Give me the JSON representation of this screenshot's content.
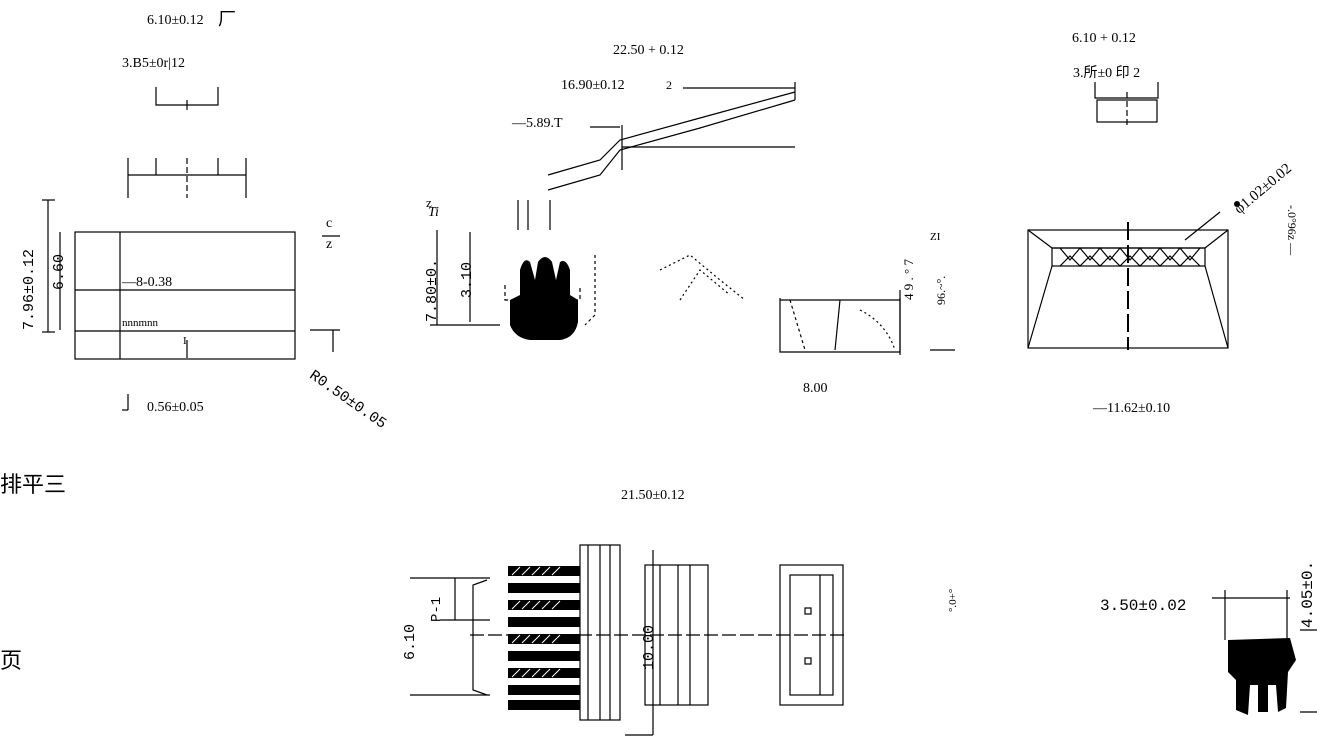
{
  "drawing": {
    "top_left": {
      "width_dim": "6.10±0.12",
      "width_suffix": "厂",
      "pitch_dim": "3.B5±0r|12",
      "height_outer_dim": "7.96±0.12",
      "height_inner_dim": "6.60",
      "pin_dim": "—8-0.38",
      "pin_label": "nnnmnn",
      "center_mark": "I",
      "side_c": "c",
      "side_z": "z",
      "pin_width_dim": "0.56±0.05",
      "radius_dim": "R0.50±0.05"
    },
    "top_center": {
      "length_total_dim": "22.50 + 0.12",
      "length_body_dim": "16.90±0.12",
      "length_body_mark": "2",
      "length_tip_dim": "—5.89.T",
      "height_total_dim": "7.80±0.",
      "height_part_dim": "3.10",
      "z_mark": "z",
      "ti_mark": "Ti",
      "side_dims": "4 9 . ° 7",
      "zi_mark": "ZI",
      "side_dims_2": "96.~°.",
      "base_width_dim": "8.00"
    },
    "top_right": {
      "width_dim": "6.10 + 0.12",
      "pitch_dim": "3.所±0 印 2",
      "hole_dim": "φ1.02±0.02",
      "side_dim": "-.0°96z —",
      "width_bottom_dim": "—11.62±0.10"
    },
    "left_text": {
      "row_label": "排平三",
      "partial_char": "页"
    },
    "bottom": {
      "length_dim": "21.50±0.12",
      "height_dim": "6.10",
      "pitch_label": "P-1",
      "length_inner_dim": "10.00",
      "small_mark": "°.0+°",
      "clip_width_dim": "3.50±0.02",
      "clip_height_dim": "4.05±0."
    }
  }
}
